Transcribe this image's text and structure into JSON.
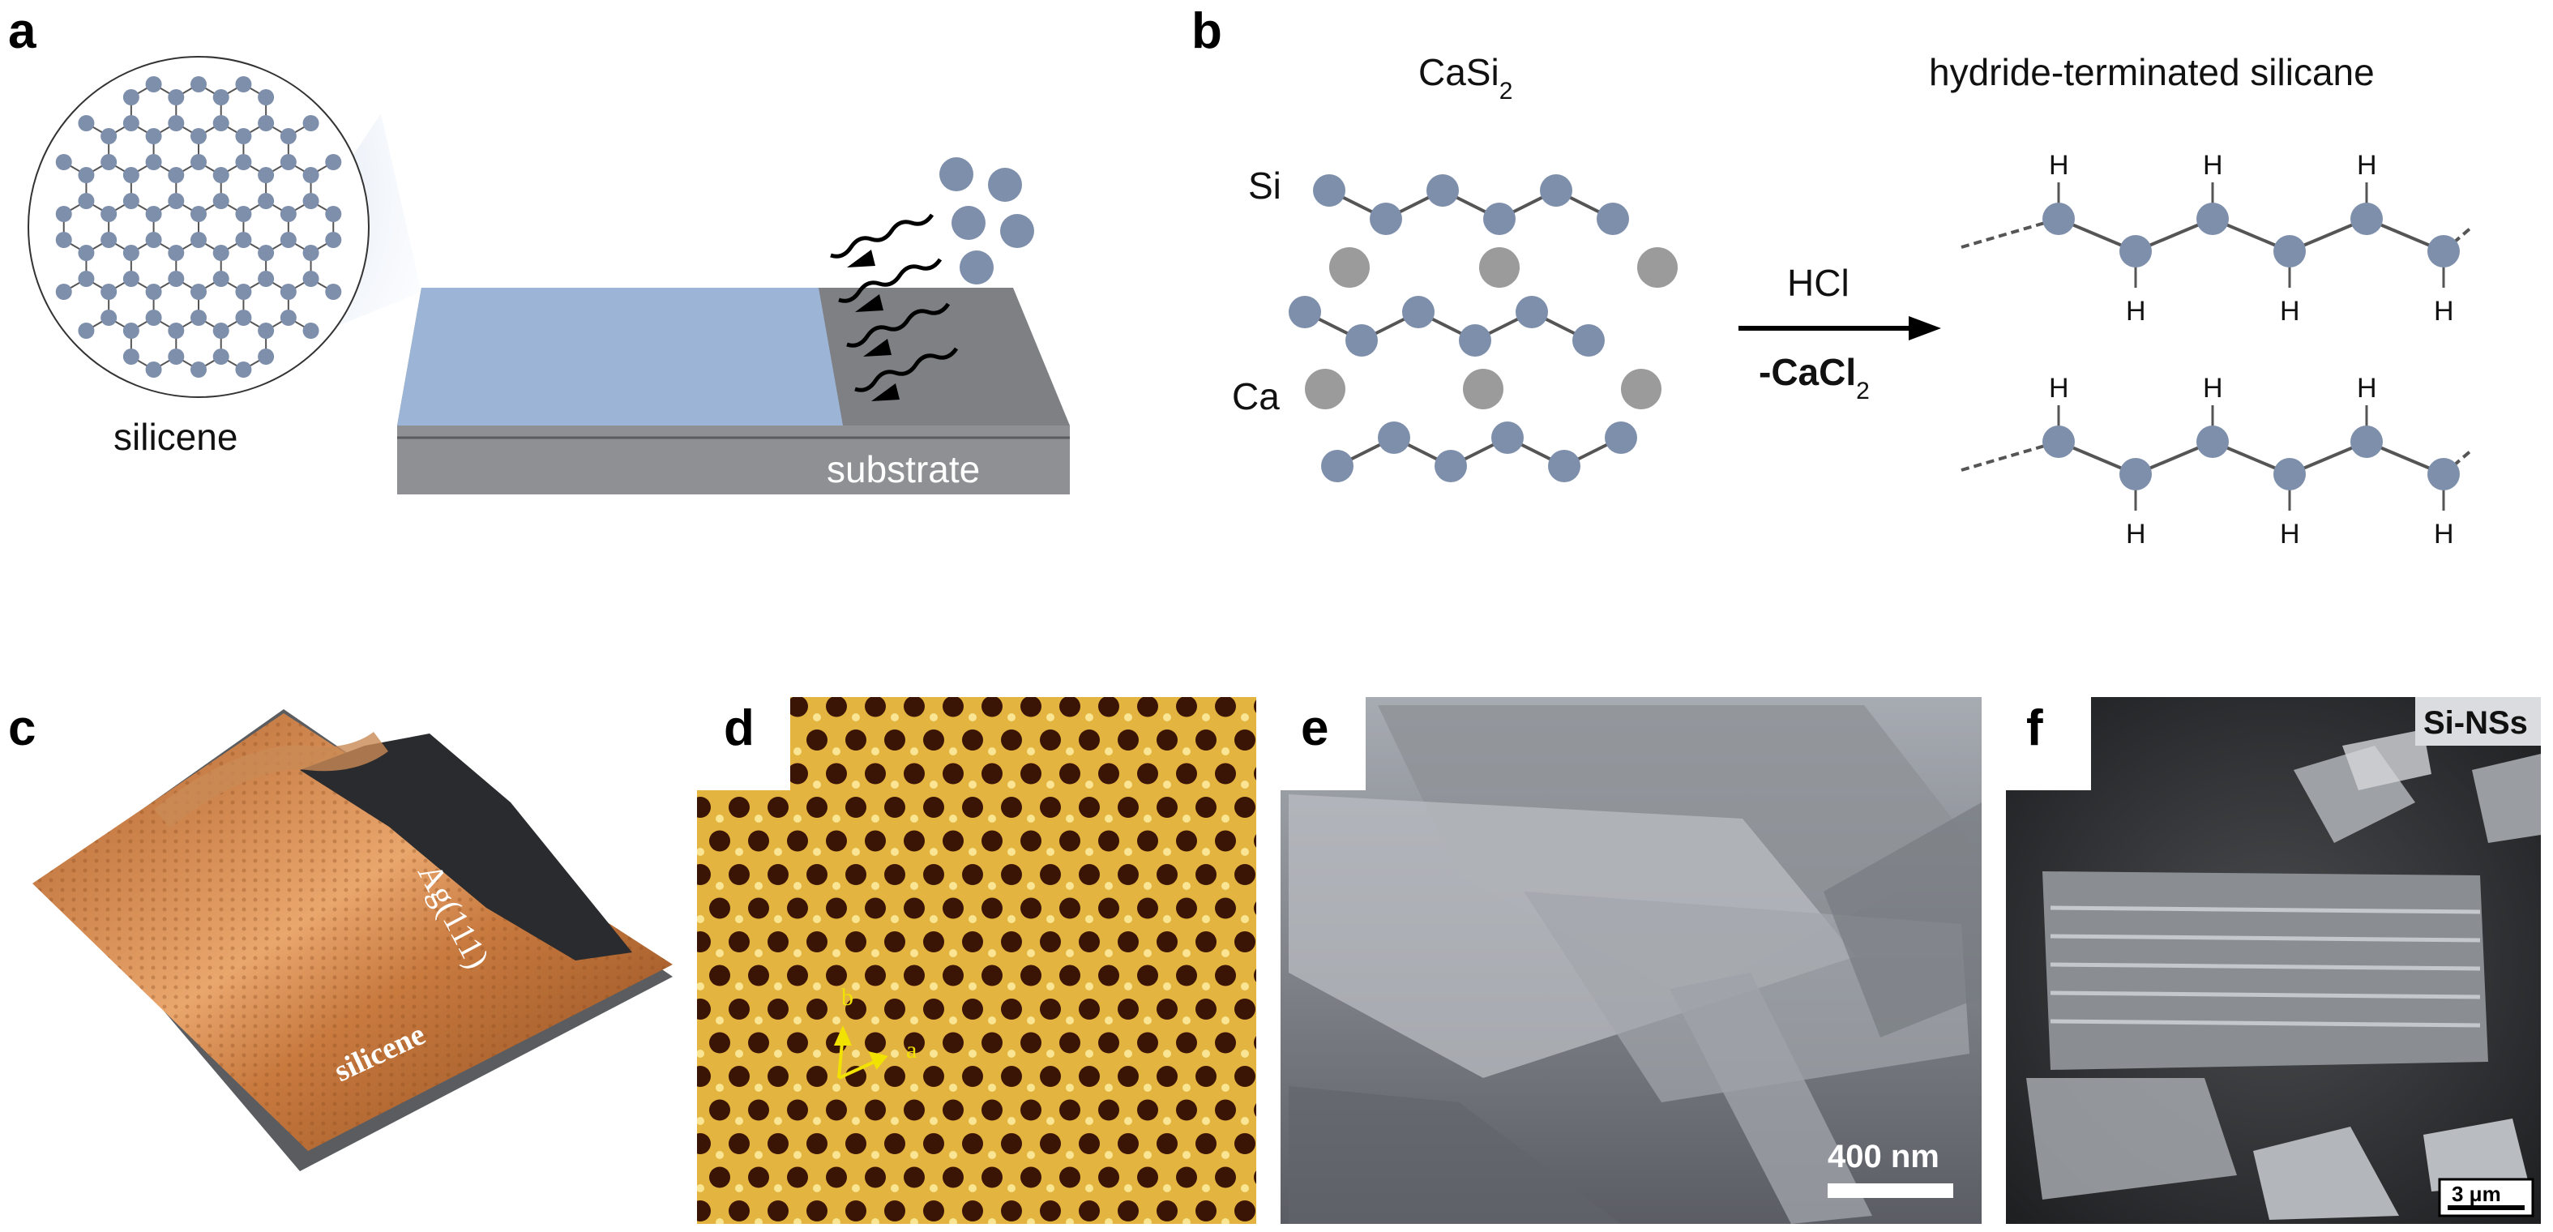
{
  "panels": {
    "a": {
      "letter": "a",
      "label_silicene": "silicene",
      "label_substrate": "substrate"
    },
    "b": {
      "letter": "b",
      "label_casi2": "CaSi",
      "label_casi2_sub": "2",
      "label_si": "Si",
      "label_ca": "Ca",
      "label_product": "hydride-terminated silicane",
      "reagent": "HCl",
      "byproduct_prefix": "-CaCl",
      "byproduct_sub": "2",
      "h_atom": "H"
    },
    "c": {
      "letter": "c",
      "label_ag": "Ag(111)",
      "label_silicene": "silicene"
    },
    "d": {
      "letter": "d",
      "axis_a": "a",
      "axis_b": "b"
    },
    "e": {
      "letter": "e",
      "scale_bar": "400 nm"
    },
    "f": {
      "letter": "f",
      "tag": "Si-NSs",
      "scale_bar": "3 μm"
    }
  },
  "colors": {
    "si_atom": "#7e8fab",
    "ca_atom": "#9b9b9b",
    "bond": "#555555",
    "silicene_sheet": "#9cb5d6",
    "substrate": "#8d8f93",
    "stm_bright": "#e9c04a",
    "stm_dark": "#3a1505",
    "sem_gray": "#6f7278"
  },
  "icons": {
    "arrow": "right-arrow",
    "deposition": "wavy-arrows"
  }
}
